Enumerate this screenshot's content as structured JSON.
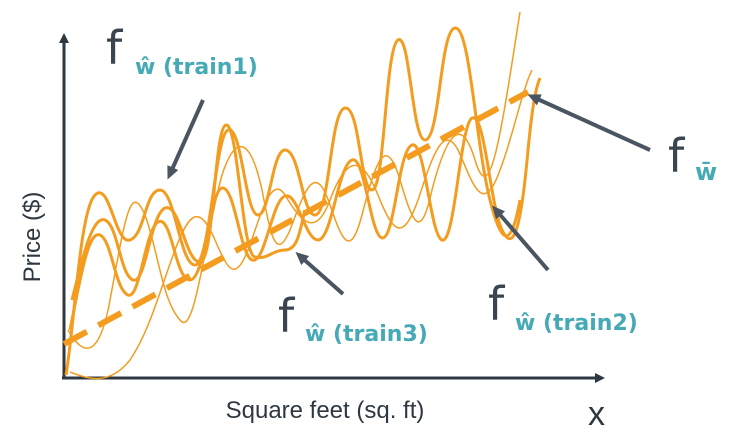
{
  "axes": {
    "ylabel": "Price ($)",
    "xlabel": "Square feet (sq. ft)",
    "x_symbol": "x"
  },
  "labels": {
    "train1": {
      "f": "f",
      "sub": "ŵ (train1)"
    },
    "train3": {
      "f": "f",
      "sub": "ŵ (train3)"
    },
    "train2": {
      "f": "f",
      "sub": "ŵ (train2)"
    },
    "wbar": {
      "f": "f",
      "sub": "w̄"
    }
  },
  "colors": {
    "curve": "#f39c1f",
    "mean_line": "#f39c1f",
    "axis": "#2d3842",
    "arrow": "#4a5561",
    "label_text": "#3a4550",
    "label_sub": "#45aab5"
  }
}
